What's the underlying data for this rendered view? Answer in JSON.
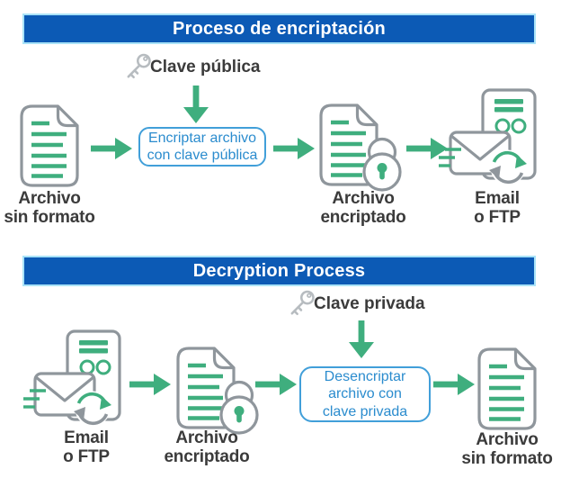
{
  "colors": {
    "header_background": "#0c5ab5",
    "header_border": "#a9e3f8",
    "header_text": "#ffffff",
    "accent_green": "#3fae7e",
    "icon_outline_gray": "#8f969c",
    "key_icon_gray": "#b7bcc0",
    "process_box_border": "#419fd9",
    "process_box_text": "#2b8cce",
    "label_text": "#3b3b3b",
    "background": "#ffffff"
  },
  "encryption": {
    "title": "Proceso de encriptación",
    "key_label": "Clave pública",
    "process_box": {
      "line1": "Encriptar archivo",
      "line2": "con clave pública"
    },
    "plain_file": {
      "line1": "Archivo",
      "line2": "sin formato"
    },
    "encrypted_file": {
      "line1": "Archivo",
      "line2": "encriptado"
    },
    "transport": {
      "line1": "Email",
      "line2": "o FTP"
    }
  },
  "decryption": {
    "title": "Decryption Process",
    "key_label": "Clave privada",
    "process_box": {
      "line1": "Desencriptar",
      "line2": "archivo con",
      "line3": "clave privada"
    },
    "transport": {
      "line1": "Email",
      "line2": "o FTP"
    },
    "encrypted_file": {
      "line1": "Archivo",
      "line2": "encriptado"
    },
    "plain_file": {
      "line1": "Archivo",
      "line2": "sin formato"
    }
  }
}
